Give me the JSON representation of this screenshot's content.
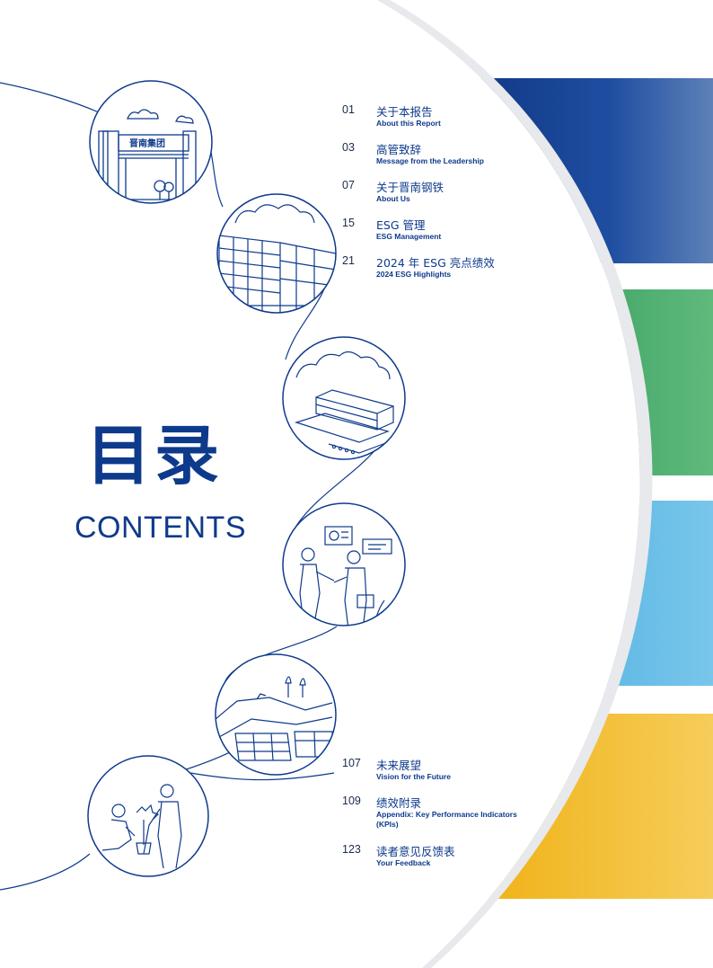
{
  "title_zh": "目录",
  "title_en": "CONTENTS",
  "toc_top": [
    {
      "num": "01",
      "zh": "关于本报告",
      "en": "About this Report"
    },
    {
      "num": "03",
      "zh": "高管致辞",
      "en": "Message from the Leadership"
    },
    {
      "num": "07",
      "zh": "关于晋南钢铁",
      "en": "About Us"
    },
    {
      "num": "15",
      "zh": "ESG 管理",
      "en": "ESG Management"
    },
    {
      "num": "21",
      "zh": "2024 年 ESG 亮点绩效",
      "en": "2024 ESG Highlights"
    }
  ],
  "toc_bottom": [
    {
      "num": "107",
      "zh": "未来展望",
      "en": "Vision for the Future"
    },
    {
      "num": "109",
      "zh": "绩效附录",
      "en": "Appendix: Key Performance Indicators (KPIs)"
    },
    {
      "num": "123",
      "zh": "读者意见反馈表",
      "en": "Your Feedback"
    }
  ],
  "gate_sign": "晋南集团",
  "colors": {
    "navy": "#0e3a8c",
    "band_blue": "#1f4ea1",
    "band_green": "#2f9e5a",
    "band_sky": "#4fb3e3",
    "band_yellow": "#f2b619"
  },
  "illustrations": [
    "company-gate-icon",
    "office-building-icon",
    "steel-stack-icon",
    "handshake-icon",
    "solar-panels-icon",
    "tree-planting-icon"
  ]
}
